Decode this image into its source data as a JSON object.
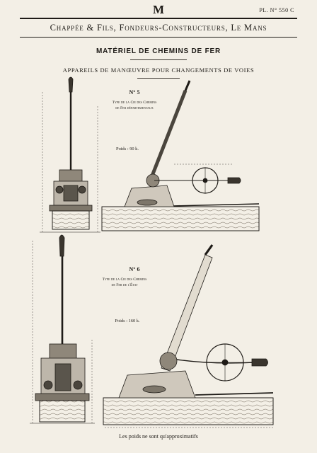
{
  "header": {
    "letter": "M",
    "plate_number": "PL. N° 550 C",
    "company": "Chappée & Fils, Fondeurs-Constructeurs, Le Mans"
  },
  "title": "MATÉRIEL DE CHEMINS DE FER",
  "subtitle": "APPAREILS DE MANŒUVRE POUR CHANGEMENTS DE VOIES",
  "models": [
    {
      "number": "N° 5",
      "type_line_1": "Type de la Cie des Chemins",
      "type_line_2": "de Fer départementaux",
      "weight": "Poids : 90 k."
    },
    {
      "number": "N° 6",
      "type_line_1": "Type de la Cie des Chemins",
      "type_line_2": "de Fer de l'État",
      "weight": "Poids : 160 k."
    }
  ],
  "footer": "Les poids ne sont qu'approximatifs",
  "colors": {
    "paper": "#f3efe6",
    "ink": "#1e1b17"
  }
}
